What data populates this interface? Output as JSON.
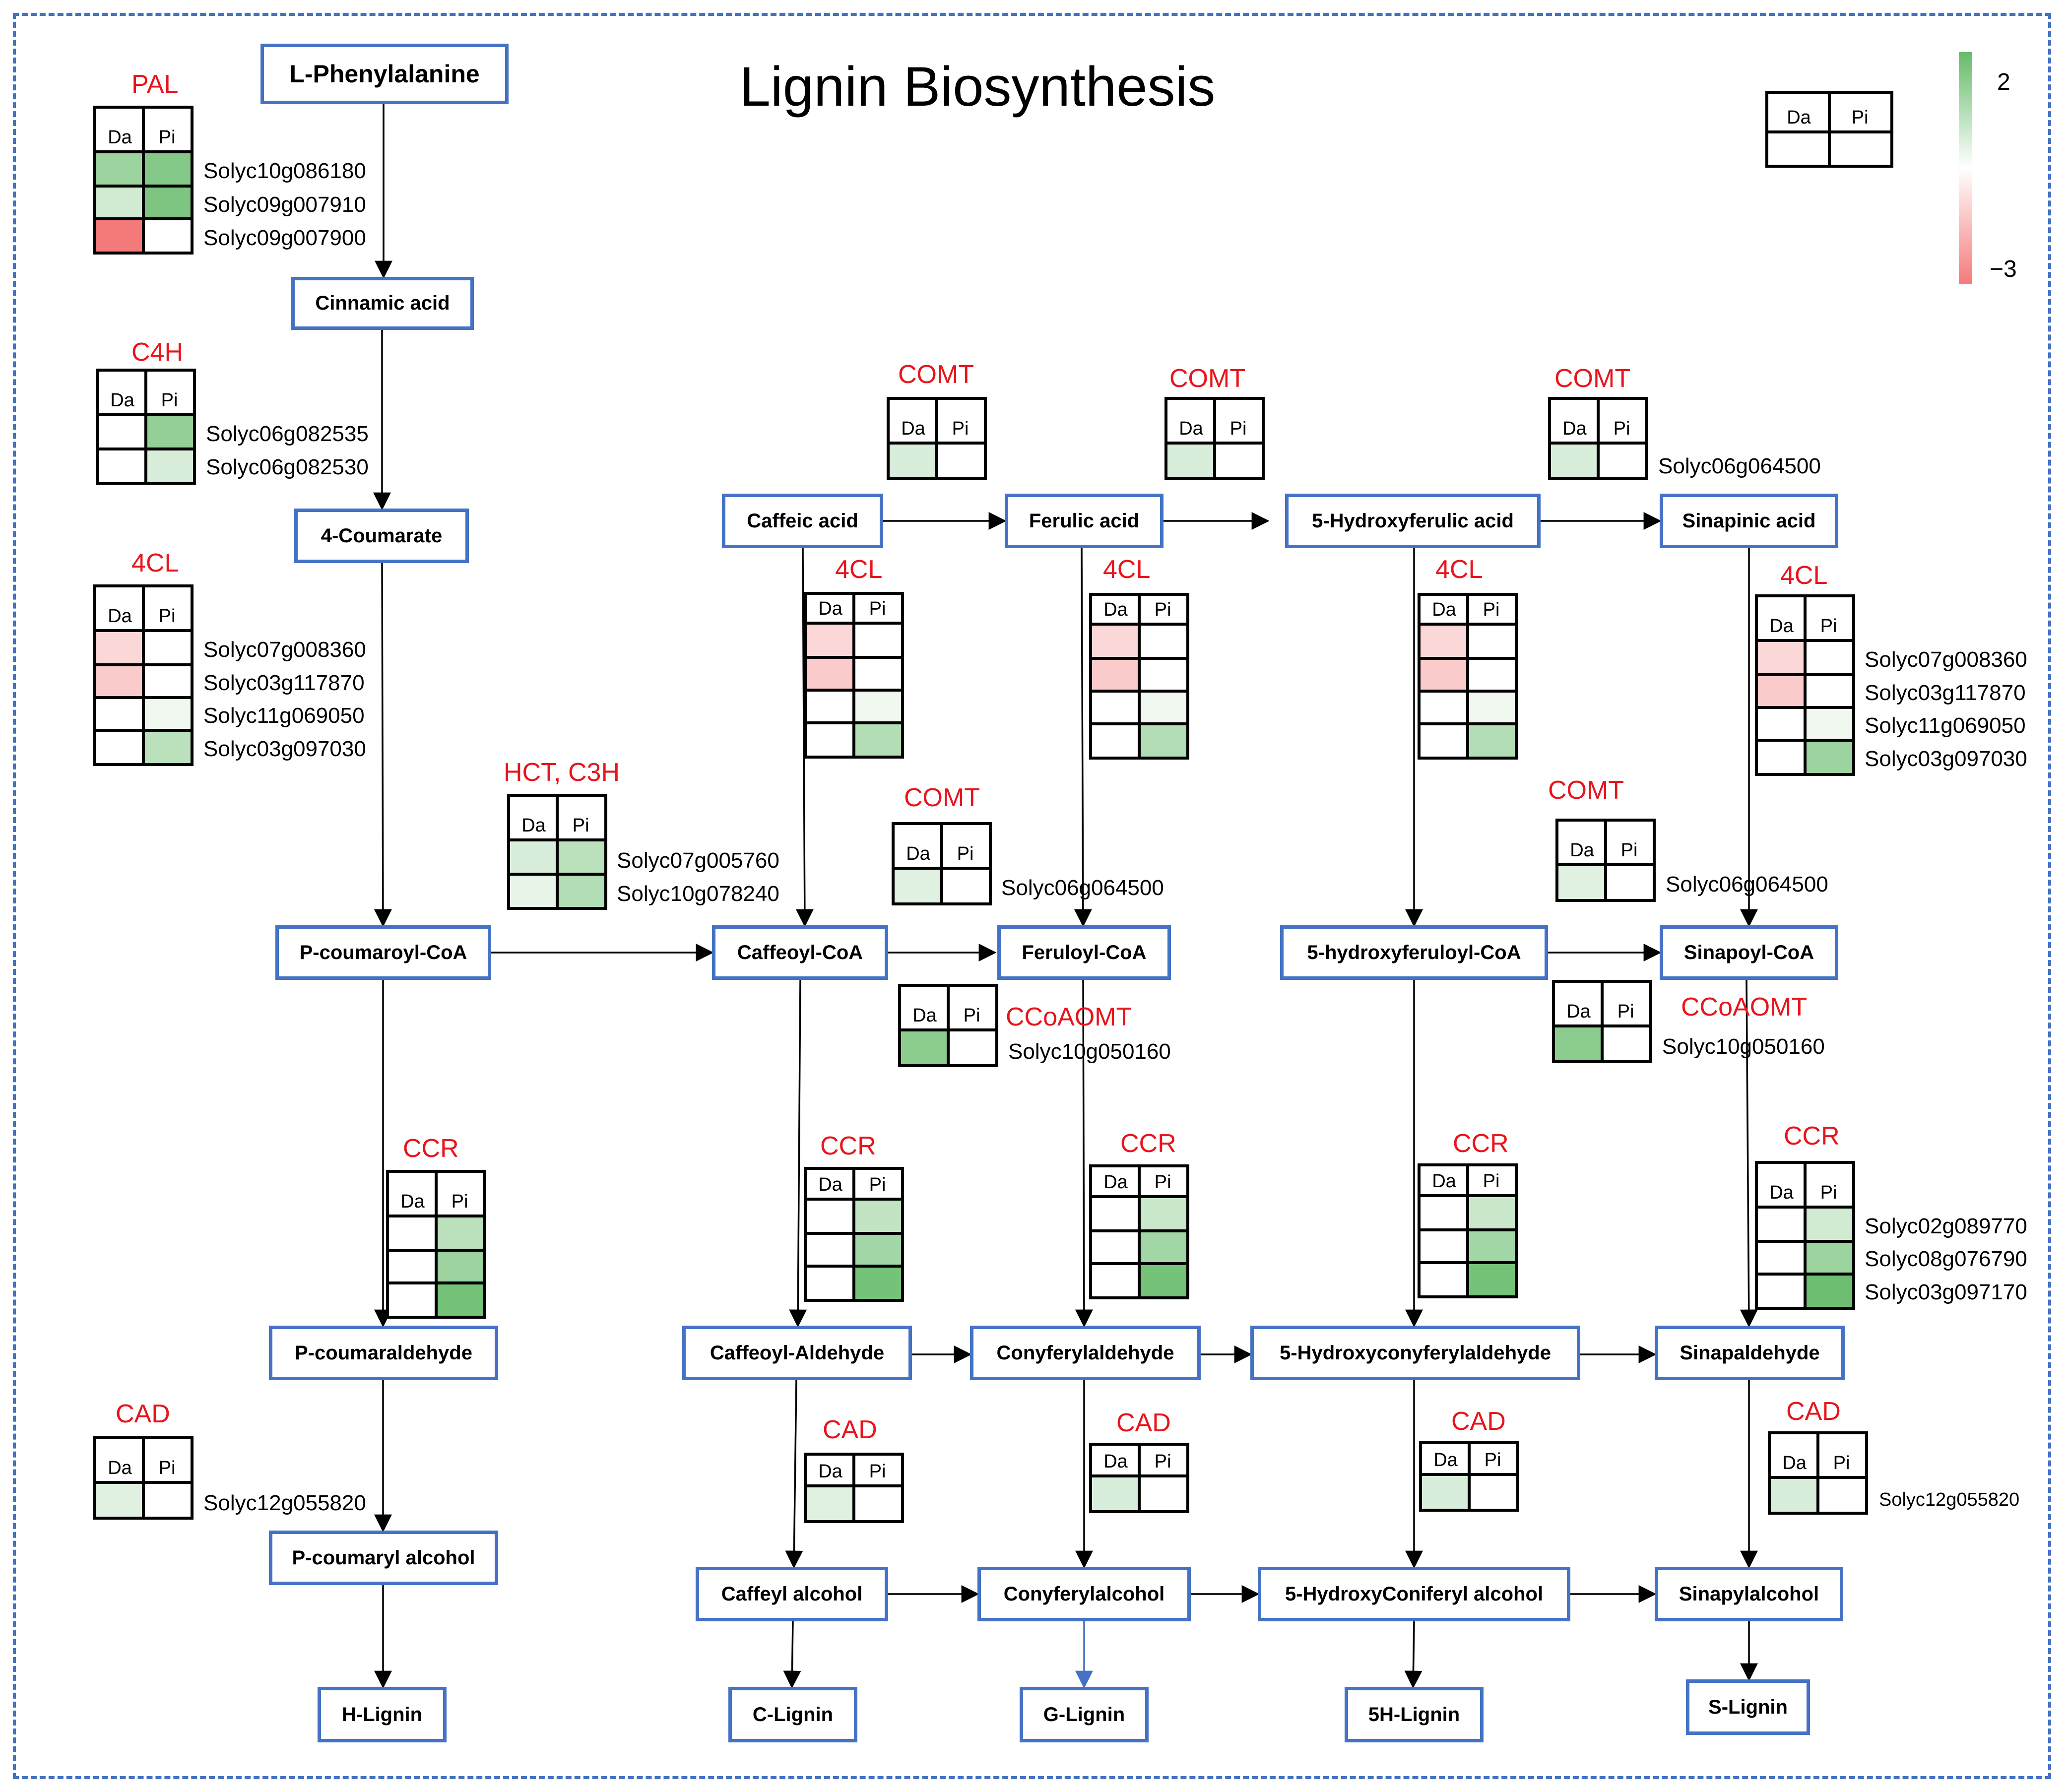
{
  "title": "Lignin Biosynthesis",
  "legend": {
    "max_label": "2",
    "min_label": "−3",
    "col_a": "Da",
    "col_b": "Pi",
    "colors": {
      "high": "#66bb6a",
      "mid": "#ffffff",
      "low": "#f47a7a"
    }
  },
  "nodes": {
    "phe": "L-Phenylalanine",
    "cin": "Cinnamic acid",
    "cou": "4-Coumarate",
    "pcoa": "P-coumaroyl-CoA",
    "pald": "P-coumaraldehyde",
    "palc": "P-coumaryl alcohol",
    "hlig": "H-Lignin",
    "caf": "Caffeic acid",
    "fer": "Ferulic acid",
    "hfa": "5-Hydroxyferulic acid",
    "sin": "Sinapinic acid",
    "cafcoa": "Caffeoyl-CoA",
    "fercoa": "Feruloyl-CoA",
    "hfcoa": "5-hydroxyferuloyl-CoA",
    "sincoa": "Sinapoyl-CoA",
    "cafald": "Caffeoyl-Aldehyde",
    "conald": "Conyferylaldehyde",
    "hconald": "5-Hydroxyconyferylaldehyde",
    "sinald": "Sinapaldehyde",
    "cafalc": "Caffeyl alcohol",
    "conalc": "Conyferylalcohol",
    "hconalc": "5-HydroxyConiferyl alcohol",
    "sinalc": "Sinapylalcohol",
    "clig": "C-Lignin",
    "glig": "G-Lignin",
    "hlig5": "5H-Lignin",
    "slig": "S-Lignin"
  },
  "enzymes": {
    "pal": "PAL",
    "c4h": "C4H",
    "cl4a": "4CL",
    "hct": "HCT, C3H",
    "ccr1": "CCR",
    "cad1": "CAD",
    "comt1": "COMT",
    "comt2": "COMT",
    "comt3": "COMT",
    "cl4b": "4CL",
    "cl4c": "4CL",
    "cl4d": "4CL",
    "cl4e": "4CL",
    "comt4": "COMT",
    "comt5": "COMT",
    "ccoaomt1": "CCoAOMT",
    "ccoaomt2": "CCoAOMT",
    "ccr2": "CCR",
    "ccr3": "CCR",
    "ccr4": "CCR",
    "ccr5": "CCR",
    "cad2": "CAD",
    "cad3": "CAD",
    "cad4": "CAD",
    "cad5": "CAD"
  },
  "genes": {
    "pal1": "Solyc10g086180",
    "pal2": "Solyc09g007910",
    "pal3": "Solyc09g007900",
    "c4h1": "Solyc06g082535",
    "c4h2": "Solyc06g082530",
    "cl1": "Solyc07g008360",
    "cl2": "Solyc03g117870",
    "cl3": "Solyc11g069050",
    "cl4": "Solyc03g097030",
    "hct1": "Solyc07g005760",
    "hct2": "Solyc10g078240",
    "cad1": "Solyc12g055820",
    "comt3": "Solyc06g064500",
    "comt4": "Solyc06g064500",
    "comt5": "Solyc06g064500",
    "ccoaomt1": "Solyc10g050160",
    "ccoaomt2": "Solyc10g050160",
    "cl1r": "Solyc07g008360",
    "cl2r": "Solyc03g117870",
    "cl3r": "Solyc11g069050",
    "cl4r": "Solyc03g097030",
    "ccr1r": "Solyc02g089770",
    "ccr2r": "Solyc08g076790",
    "ccr3r": "Solyc03g097170",
    "cad5": "Solyc12g055820"
  },
  "heatmaps": [
    {
      "id": "pal",
      "rows": [
        [
          1.3,
          1.6
        ],
        [
          0.6,
          1.7
        ],
        [
          -3,
          0
        ]
      ]
    },
    {
      "id": "c4h",
      "rows": [
        [
          0,
          1.4
        ],
        [
          0,
          0.5
        ]
      ]
    },
    {
      "id": "cl4a",
      "rows": [
        [
          -0.9,
          0
        ],
        [
          -1.2,
          0
        ],
        [
          0,
          0.2
        ],
        [
          0,
          0.9
        ]
      ]
    },
    {
      "id": "hct",
      "rows": [
        [
          0.5,
          0.9
        ],
        [
          0.3,
          1.0
        ]
      ]
    },
    {
      "id": "ccr1",
      "rows": [
        [
          0,
          0.9
        ],
        [
          0,
          1.3
        ],
        [
          0,
          1.8
        ]
      ]
    },
    {
      "id": "cad1",
      "rows": [
        [
          0.4,
          0
        ]
      ]
    },
    {
      "id": "comt1",
      "rows": [
        [
          0.5,
          0
        ]
      ]
    },
    {
      "id": "comt2",
      "rows": [
        [
          0.5,
          0
        ]
      ]
    },
    {
      "id": "comt3",
      "rows": [
        [
          0.5,
          0
        ]
      ]
    },
    {
      "id": "cl4b",
      "rows": [
        [
          -0.9,
          0
        ],
        [
          -1.2,
          0
        ],
        [
          0,
          0.2
        ],
        [
          0,
          1.0
        ]
      ]
    },
    {
      "id": "cl4c",
      "rows": [
        [
          -0.9,
          0
        ],
        [
          -1.2,
          0
        ],
        [
          0,
          0.2
        ],
        [
          0,
          1.0
        ]
      ]
    },
    {
      "id": "cl4d",
      "rows": [
        [
          -0.9,
          0
        ],
        [
          -1.2,
          0
        ],
        [
          0,
          0.2
        ],
        [
          0,
          1.0
        ]
      ]
    },
    {
      "id": "cl4e",
      "rows": [
        [
          -0.9,
          0
        ],
        [
          -1.2,
          0
        ],
        [
          0,
          0.2
        ],
        [
          0,
          1.3
        ]
      ]
    },
    {
      "id": "comt4",
      "rows": [
        [
          0.4,
          0
        ]
      ]
    },
    {
      "id": "comt5",
      "rows": [
        [
          0.4,
          0
        ]
      ]
    },
    {
      "id": "ccoaomt1",
      "rows": [
        [
          1.5,
          0
        ]
      ]
    },
    {
      "id": "ccoaomt2",
      "rows": [
        [
          1.5,
          0
        ]
      ]
    },
    {
      "id": "ccr2",
      "rows": [
        [
          0,
          0.8
        ],
        [
          0,
          1.2
        ],
        [
          0,
          1.8
        ]
      ]
    },
    {
      "id": "ccr3",
      "rows": [
        [
          0,
          0.7
        ],
        [
          0,
          1.2
        ],
        [
          0,
          1.8
        ]
      ]
    },
    {
      "id": "ccr4",
      "rows": [
        [
          0,
          0.7
        ],
        [
          0,
          1.2
        ],
        [
          0,
          1.8
        ]
      ]
    },
    {
      "id": "ccr5",
      "rows": [
        [
          0,
          0.6
        ],
        [
          0,
          1.3
        ],
        [
          0,
          1.9
        ]
      ]
    },
    {
      "id": "cad2",
      "rows": [
        [
          0.4,
          0
        ]
      ]
    },
    {
      "id": "cad3",
      "rows": [
        [
          0.5,
          0
        ]
      ]
    },
    {
      "id": "cad4",
      "rows": [
        [
          0.5,
          0
        ]
      ]
    },
    {
      "id": "cad5",
      "rows": [
        [
          0.5,
          0
        ]
      ]
    }
  ]
}
